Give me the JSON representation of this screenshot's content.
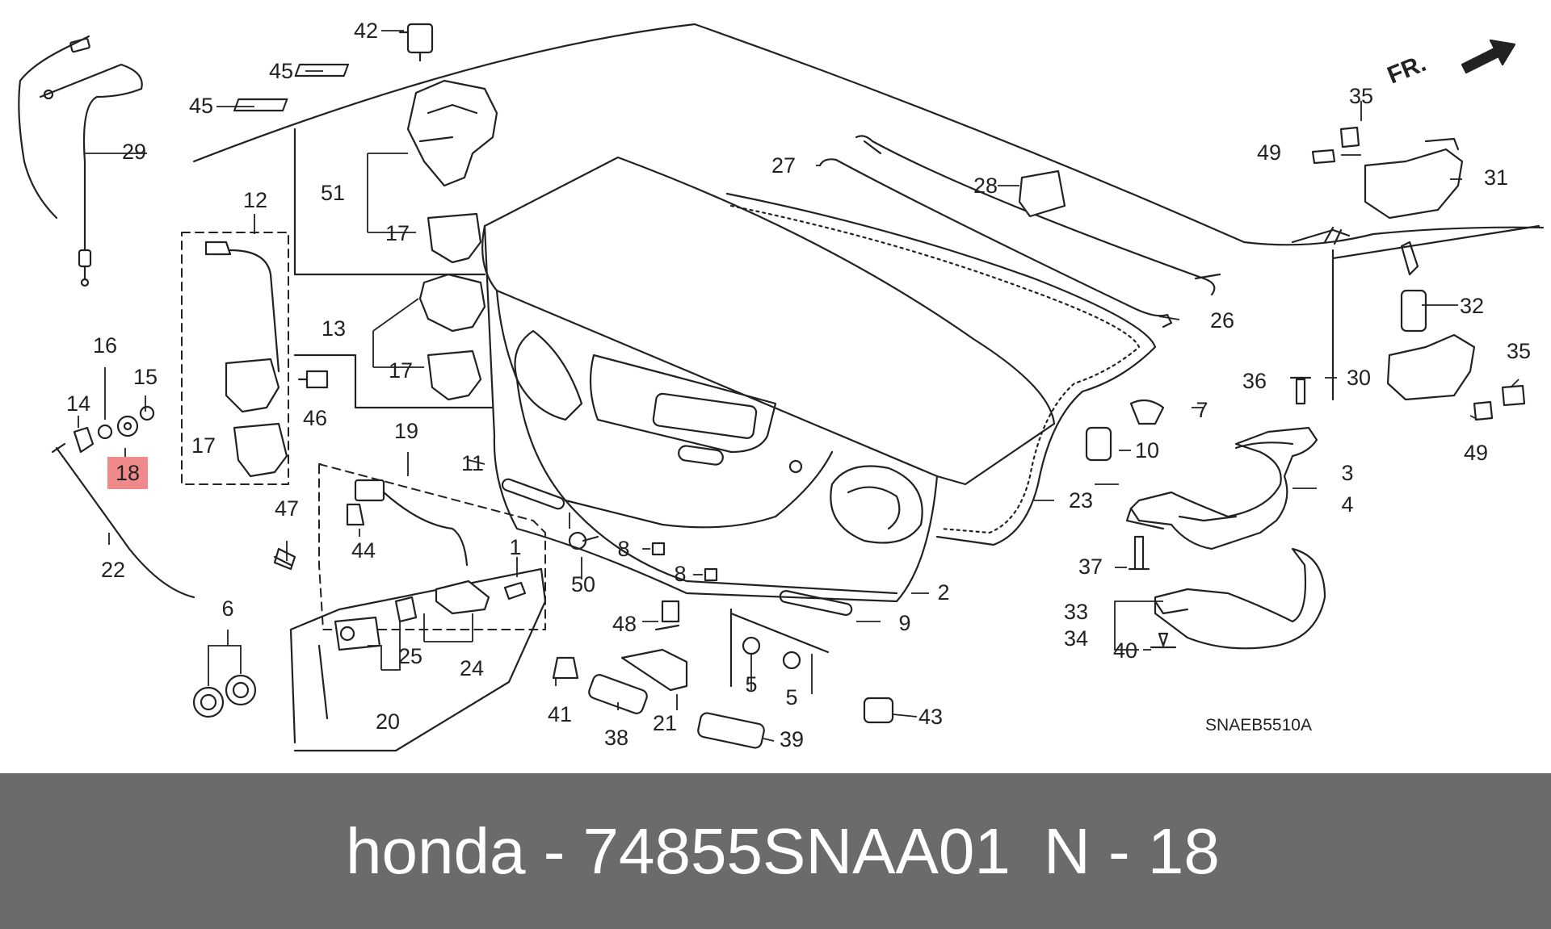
{
  "diagram": {
    "direction_label": "FR.",
    "drawing_code": "SNAEB5510A",
    "highlight_color": "#f08a8a",
    "callouts": [
      {
        "id": "c1",
        "label": "1"
      },
      {
        "id": "c2",
        "label": "2"
      },
      {
        "id": "c3",
        "label": "3"
      },
      {
        "id": "c4",
        "label": "4"
      },
      {
        "id": "c5a",
        "label": "5"
      },
      {
        "id": "c5b",
        "label": "5"
      },
      {
        "id": "c6",
        "label": "6"
      },
      {
        "id": "c7",
        "label": "7"
      },
      {
        "id": "c8a",
        "label": "8"
      },
      {
        "id": "c8b",
        "label": "8"
      },
      {
        "id": "c9",
        "label": "9"
      },
      {
        "id": "c10",
        "label": "10"
      },
      {
        "id": "c11",
        "label": "11"
      },
      {
        "id": "c12",
        "label": "12"
      },
      {
        "id": "c13",
        "label": "13"
      },
      {
        "id": "c14",
        "label": "14"
      },
      {
        "id": "c15",
        "label": "15"
      },
      {
        "id": "c16",
        "label": "16"
      },
      {
        "id": "c17a",
        "label": "17"
      },
      {
        "id": "c17b",
        "label": "17"
      },
      {
        "id": "c17c",
        "label": "17"
      },
      {
        "id": "c18",
        "label": "18",
        "highlighted": true
      },
      {
        "id": "c19",
        "label": "19"
      },
      {
        "id": "c20",
        "label": "20"
      },
      {
        "id": "c21",
        "label": "21"
      },
      {
        "id": "c22",
        "label": "22"
      },
      {
        "id": "c23",
        "label": "23"
      },
      {
        "id": "c24",
        "label": "24"
      },
      {
        "id": "c25",
        "label": "25"
      },
      {
        "id": "c26",
        "label": "26"
      },
      {
        "id": "c27",
        "label": "27"
      },
      {
        "id": "c28",
        "label": "28"
      },
      {
        "id": "c29",
        "label": "29"
      },
      {
        "id": "c30",
        "label": "30"
      },
      {
        "id": "c31",
        "label": "31"
      },
      {
        "id": "c32",
        "label": "32"
      },
      {
        "id": "c33",
        "label": "33"
      },
      {
        "id": "c34",
        "label": "34"
      },
      {
        "id": "c35a",
        "label": "35"
      },
      {
        "id": "c35b",
        "label": "35"
      },
      {
        "id": "c36",
        "label": "36"
      },
      {
        "id": "c37",
        "label": "37"
      },
      {
        "id": "c38",
        "label": "38"
      },
      {
        "id": "c39",
        "label": "39"
      },
      {
        "id": "c40",
        "label": "40"
      },
      {
        "id": "c41",
        "label": "41"
      },
      {
        "id": "c42",
        "label": "42"
      },
      {
        "id": "c43",
        "label": "43"
      },
      {
        "id": "c44",
        "label": "44"
      },
      {
        "id": "c45a",
        "label": "45"
      },
      {
        "id": "c45b",
        "label": "45"
      },
      {
        "id": "c46",
        "label": "46"
      },
      {
        "id": "c47",
        "label": "47"
      },
      {
        "id": "c48",
        "label": "48"
      },
      {
        "id": "c49a",
        "label": "49"
      },
      {
        "id": "c49b",
        "label": "49"
      },
      {
        "id": "c50",
        "label": "50"
      },
      {
        "id": "c51",
        "label": "51"
      }
    ]
  },
  "footer": {
    "part_text": "honda - 74855SNAA01",
    "ref_text": "N - 18",
    "background_color": "#6b6b6b",
    "text_color": "#ffffff"
  }
}
